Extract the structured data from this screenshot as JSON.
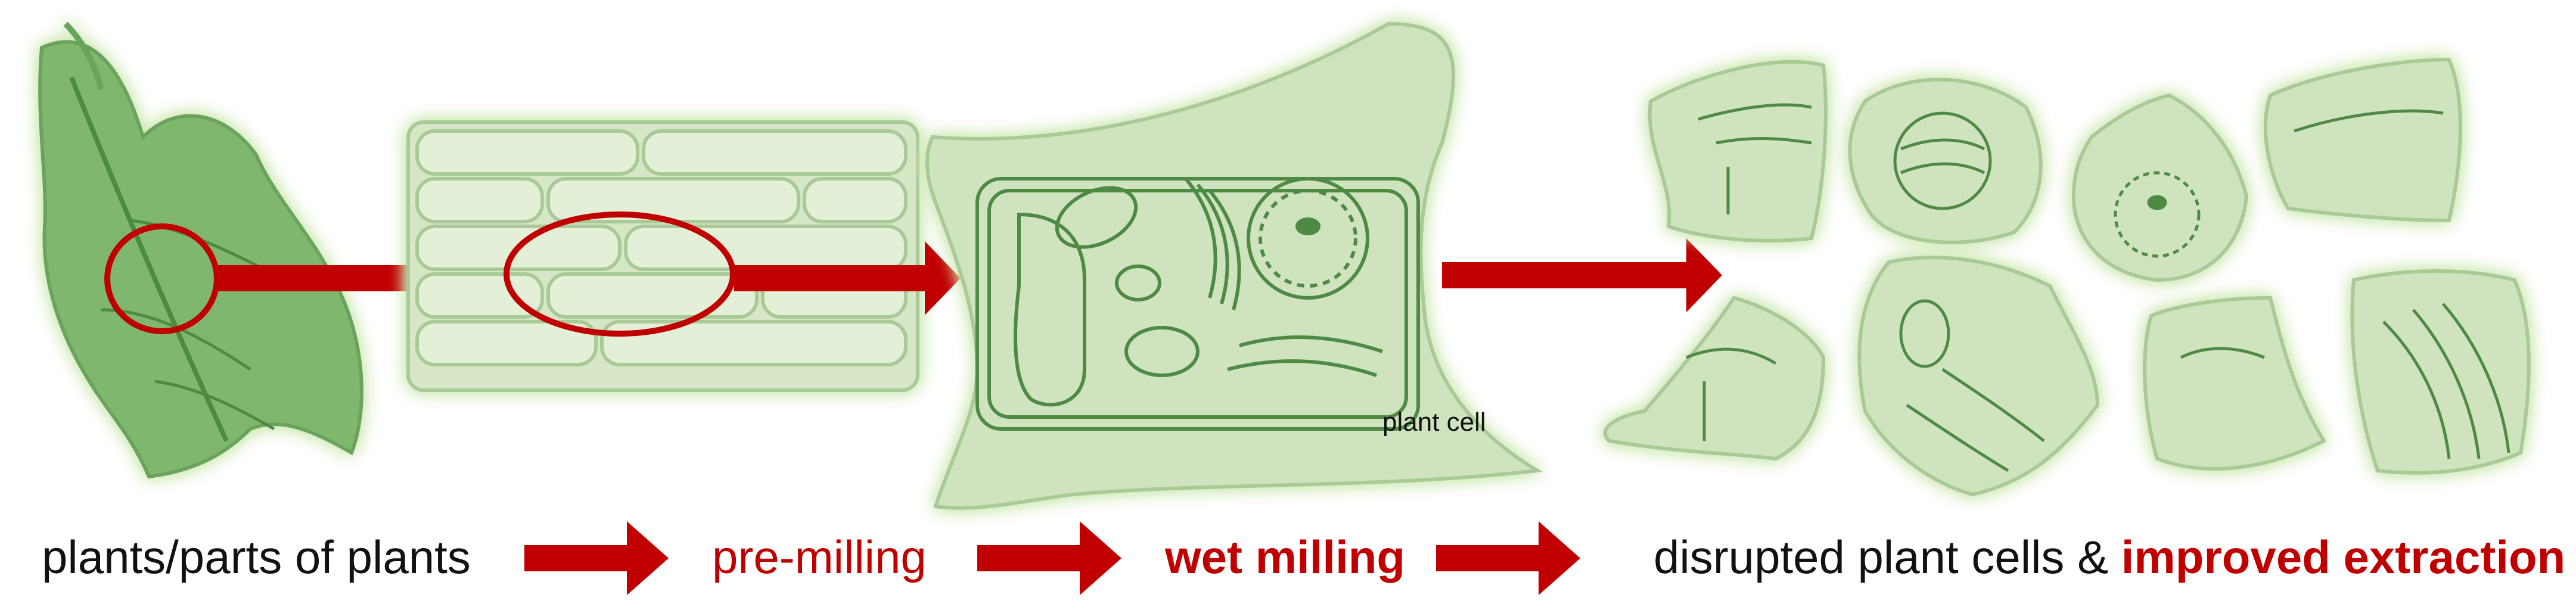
{
  "diagram": {
    "cell_label": "plant cell",
    "captions": {
      "step1": "plants/parts of plants",
      "step2": "pre-milling",
      "step3": "wet milling",
      "step4_prefix": "disrupted plant cells & ",
      "step4_emphasis": "improved extraction"
    }
  },
  "colors": {
    "accent_red": "#c00000",
    "plant_green": "#78b46a",
    "cell_fill": "#cfe3bf",
    "cell_outline": "#4f8a45",
    "text_dark": "#111111"
  }
}
